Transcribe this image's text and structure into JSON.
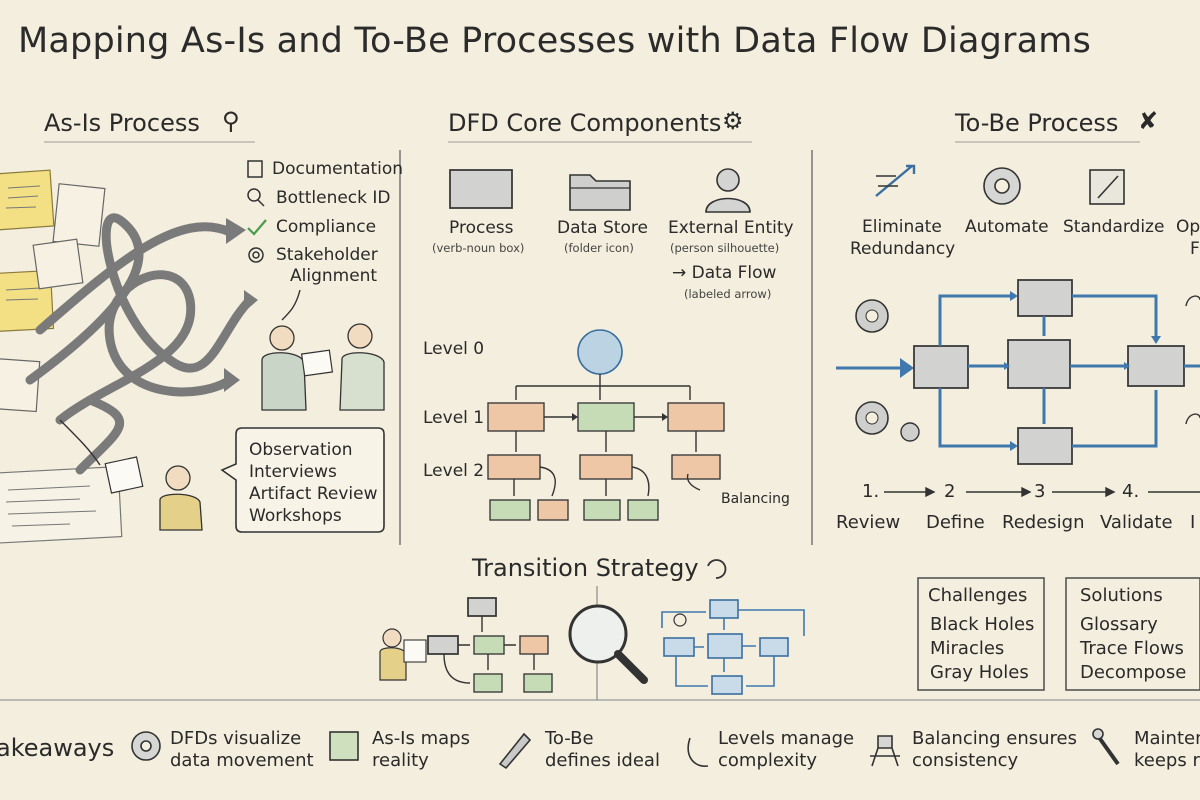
{
  "title": "Mapping As-Is and To-Be Processes with Data Flow Diagrams",
  "as_is": {
    "heading": "As-Is Process",
    "goals": [
      "Documentation",
      "Bottleneck ID",
      "Compliance",
      "Stakeholder",
      "Alignment"
    ],
    "methods": [
      "Observation",
      "Interviews",
      "Artifact Review",
      "Workshops"
    ]
  },
  "dfd": {
    "heading": "DFD Core Components",
    "components": [
      {
        "name": "Process",
        "note": "(verb-noun box)"
      },
      {
        "name": "Data Store",
        "note": "(folder icon)"
      },
      {
        "name": "External Entity",
        "note": "(person silhouette)"
      }
    ],
    "flow": {
      "name": "→ Data Flow",
      "note": "(labeled arrow)"
    },
    "levels": [
      "Level 0",
      "Level 1",
      "Level 2"
    ],
    "balancing": "Balancing"
  },
  "to_be": {
    "heading": "To-Be Process",
    "principles": [
      "Eliminate",
      "Redundancy",
      "Automate",
      "Standardize",
      "Op",
      "F"
    ],
    "steps": [
      "1.",
      "2",
      "3",
      "4.",
      "Review",
      "Define",
      "Redesign",
      "Validate",
      "I"
    ]
  },
  "transition": {
    "heading": "Transition Strategy"
  },
  "challenges": {
    "heading": "Challenges",
    "items": [
      "Black Holes",
      "Miracles",
      "Gray Holes"
    ]
  },
  "solutions": {
    "heading": "Solutions",
    "items": [
      "Glossary",
      "Trace Flows",
      "Decompose"
    ]
  },
  "takeaways": {
    "heading": "akeaways",
    "items": [
      [
        "DFDs visualize",
        "data movement"
      ],
      [
        "As-Is maps",
        "reality"
      ],
      [
        "To-Be",
        "defines ideal"
      ],
      [
        "Levels manage",
        "complexity"
      ],
      [
        "Balancing ensures",
        "consistency"
      ],
      [
        "Mainten",
        "keeps re"
      ]
    ]
  }
}
